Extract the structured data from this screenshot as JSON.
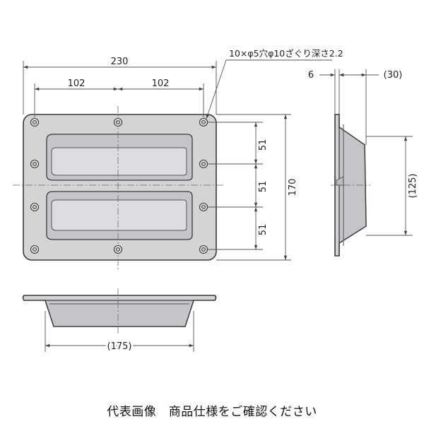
{
  "dimensions": {
    "overall_width": "230",
    "hole_pitch_left": "102",
    "hole_pitch_right": "102",
    "hole_note": "10×φ5穴φ10ざぐり深さ2.2",
    "vertical_pitch_top": "51",
    "vertical_pitch_middle": "51",
    "vertical_pitch_bottom": "51",
    "overall_height": "170",
    "side_flange": "6",
    "side_depth": "(30)",
    "side_height": "(125)",
    "bottom_width": "(175)"
  },
  "caption": "代表画像　商品仕様をご確認ください"
}
